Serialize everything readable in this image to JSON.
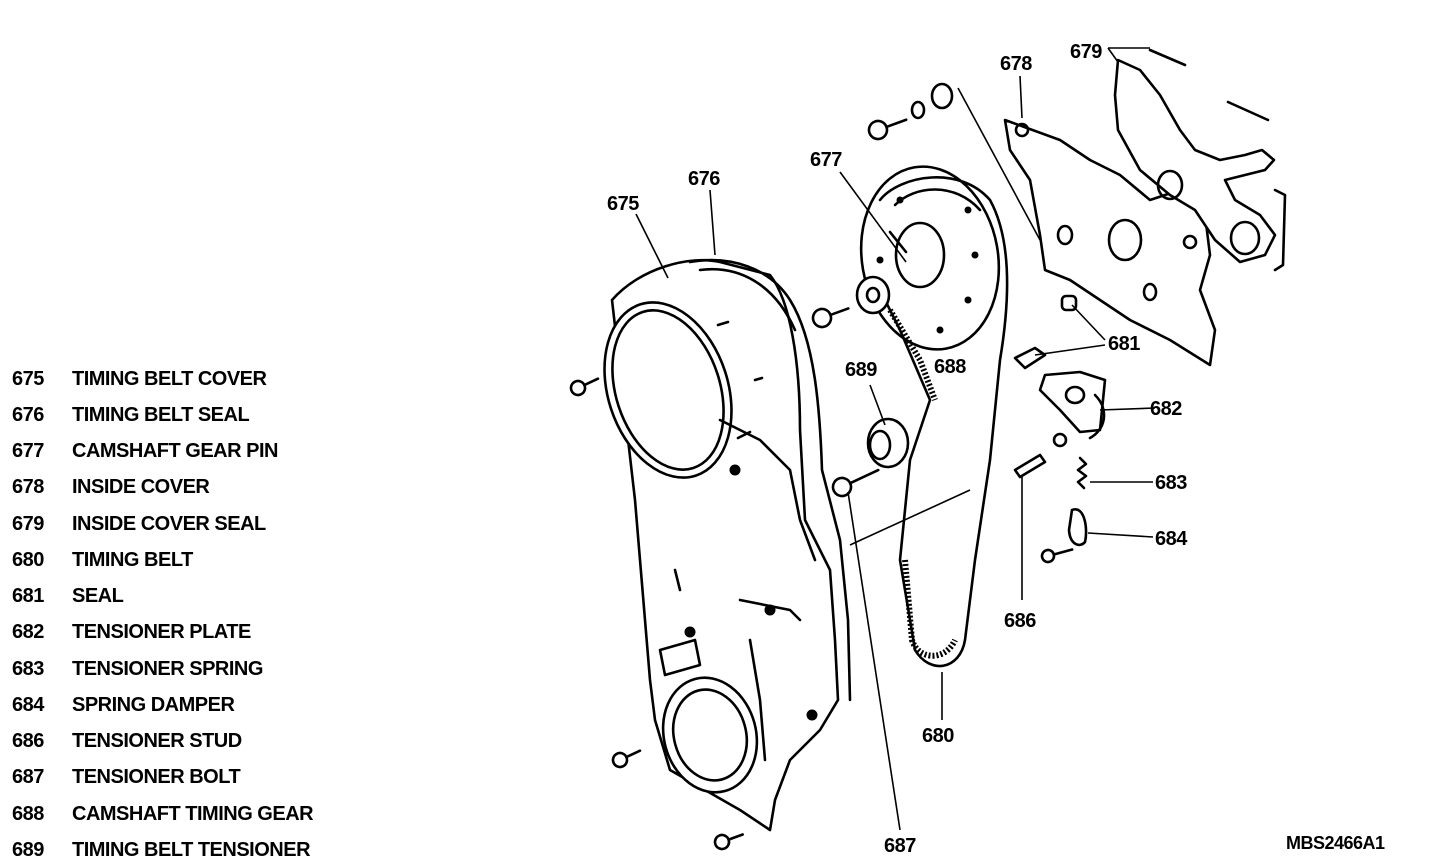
{
  "legend": [
    {
      "num": "675",
      "text": "TIMING BELT COVER"
    },
    {
      "num": "676",
      "text": "TIMING BELT SEAL"
    },
    {
      "num": "677",
      "text": "CAMSHAFT GEAR PIN"
    },
    {
      "num": "678",
      "text": "INSIDE COVER"
    },
    {
      "num": "679",
      "text": "INSIDE COVER SEAL"
    },
    {
      "num": "680",
      "text": "TIMING BELT"
    },
    {
      "num": "681",
      "text": "SEAL"
    },
    {
      "num": "682",
      "text": "TENSIONER PLATE"
    },
    {
      "num": "683",
      "text": "TENSIONER SPRING"
    },
    {
      "num": "684",
      "text": "SPRING DAMPER"
    },
    {
      "num": "686",
      "text": "TENSIONER STUD"
    },
    {
      "num": "687",
      "text": "TENSIONER BOLT"
    },
    {
      "num": "688",
      "text": "CAMSHAFT TIMING GEAR"
    },
    {
      "num": "689",
      "text": "TIMING BELT TENSIONER"
    }
  ],
  "callouts": {
    "c675": "675",
    "c676": "676",
    "c677": "677",
    "c678": "678",
    "c679": "679",
    "c680": "680",
    "c681": "681",
    "c682": "682",
    "c683": "683",
    "c684": "684",
    "c686": "686",
    "c687": "687",
    "c688": "688",
    "c689": "689"
  },
  "drawing_id": "MBS2466A1"
}
